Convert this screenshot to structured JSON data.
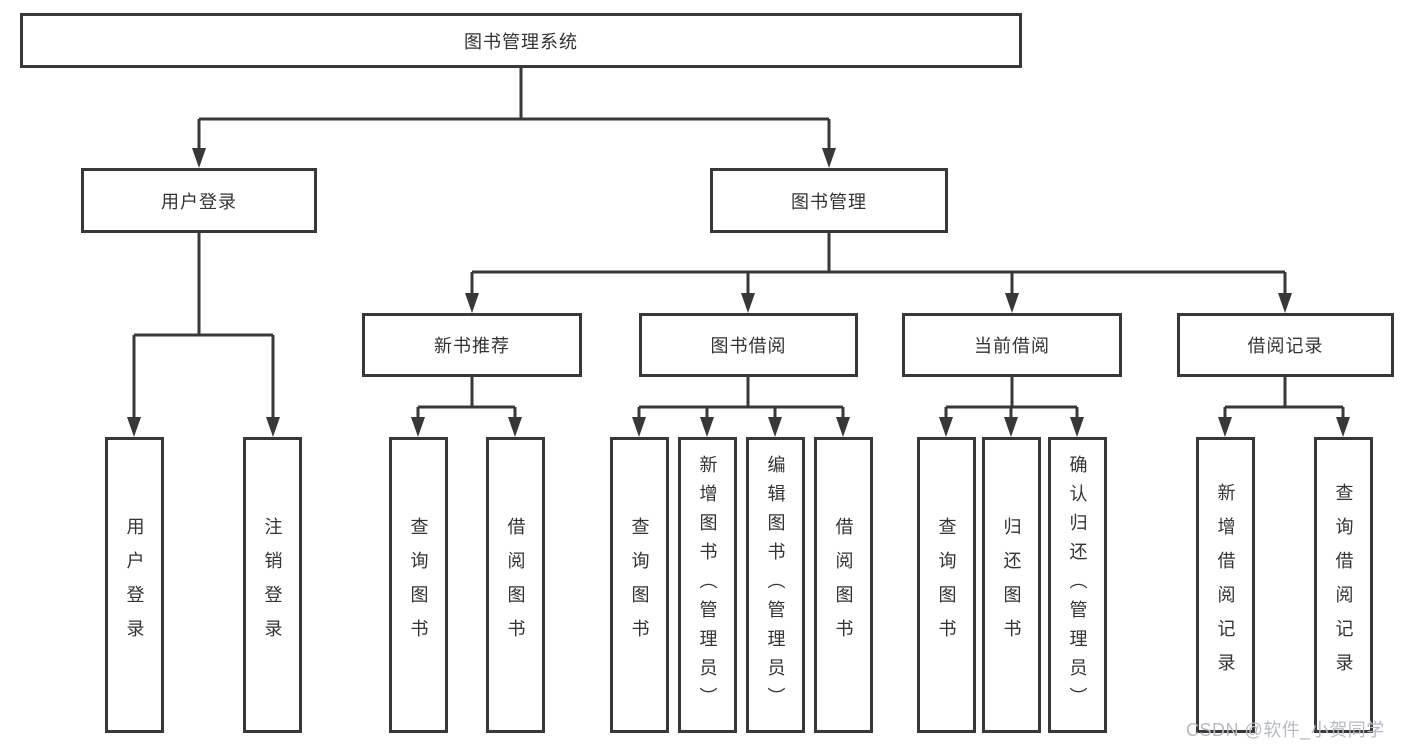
{
  "colors": {
    "line": "#383838",
    "text": "#333333",
    "watermark": "#b6bac1",
    "background": "#ffffff"
  },
  "watermark": {
    "text": "CSDN @软件_小贺同学"
  },
  "tree": {
    "label": "图书管理系统",
    "children": [
      {
        "label": "用户登录",
        "children": [
          {
            "label": "用户登录"
          },
          {
            "label": "注销登录"
          }
        ]
      },
      {
        "label": "图书管理",
        "children": [
          {
            "label": "新书推荐",
            "children": [
              {
                "label": "查询图书"
              },
              {
                "label": "借阅图书"
              }
            ]
          },
          {
            "label": "图书借阅",
            "children": [
              {
                "label": "查询图书"
              },
              {
                "label": "新增图书（管理员）"
              },
              {
                "label": "编辑图书（管理员）"
              },
              {
                "label": "借阅图书"
              }
            ]
          },
          {
            "label": "当前借阅",
            "children": [
              {
                "label": "查询图书"
              },
              {
                "label": "归还图书"
              },
              {
                "label": "确认归还（管理员）"
              }
            ]
          },
          {
            "label": "借阅记录",
            "children": [
              {
                "label": "新增借阅记录"
              },
              {
                "label": "查询借阅记录"
              }
            ]
          }
        ]
      }
    ]
  }
}
